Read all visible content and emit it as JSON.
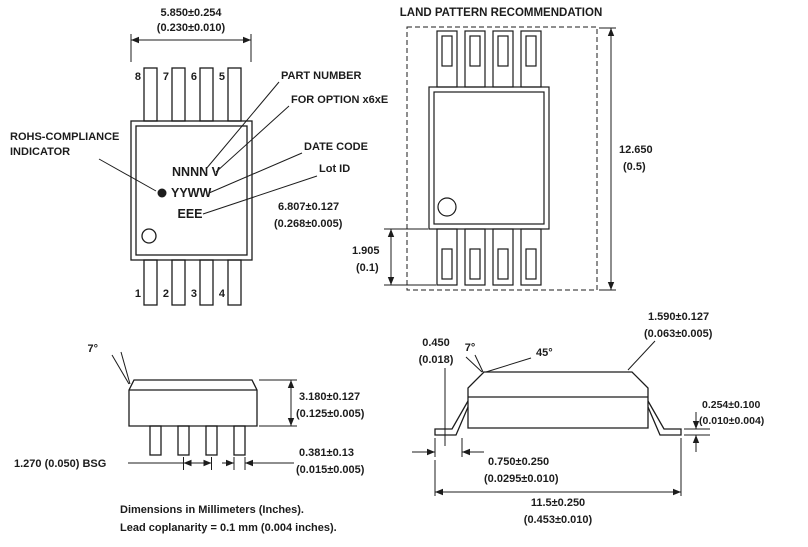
{
  "colors": {
    "line": "#1c1c1c",
    "background": "#ffffff"
  },
  "top_view": {
    "dim_width_mm": "5.850±0.254",
    "dim_width_in": "(0.230±0.010)",
    "dim_height_mm": "6.807±0.127",
    "dim_height_in": "(0.268±0.005)",
    "pins_top": [
      "8",
      "7",
      "6",
      "5"
    ],
    "pins_bottom": [
      "1",
      "2",
      "3",
      "4"
    ],
    "marking_part_number": "NNNN V",
    "marking_date_code": "YYWW",
    "marking_lot_id": "EEE",
    "label_rohs_line1": "ROHS-COMPLIANCE",
    "label_rohs_line2": "INDICATOR",
    "label_part_number": "PART NUMBER",
    "label_option": "FOR OPTION x6xE",
    "label_date_code": "DATE CODE",
    "label_lot_id": "Lot ID"
  },
  "land_pattern": {
    "title": "LAND PATTERN RECOMMENDATION",
    "dim_height_mm": "12.650",
    "dim_height_in": "(0.5)",
    "dim_pad_mm": "1.905",
    "dim_pad_in": "(0.1)"
  },
  "front_view": {
    "angle_draft": "7°",
    "dim_body_height_mm": "3.180±0.127",
    "dim_body_height_in": "(0.125±0.005)",
    "dim_lead_width_mm": "0.381±0.13",
    "dim_lead_width_in": "(0.015±0.005)",
    "dim_lead_pitch": "1.270 (0.050) BSG"
  },
  "side_view": {
    "dim_shoulder_mm": "0.450",
    "dim_shoulder_in": "(0.018)",
    "angle_draft": "7°",
    "angle_chamfer": "45°",
    "dim_height_mm": "1.590±0.127",
    "dim_height_in": "(0.063±0.005)",
    "dim_lead_thickness_mm": "0.254±0.100",
    "dim_lead_thickness_in": "(0.010±0.004)",
    "dim_foot_length_mm": "0.750±0.250",
    "dim_foot_length_in": "(0.0295±0.010)",
    "dim_overall_width_mm": "11.5±0.250",
    "dim_overall_width_in": "(0.453±0.010)"
  },
  "notes": {
    "line1": "Dimensions in Millimeters (Inches).",
    "line2": "Lead coplanarity = 0.1 mm (0.004 inches)."
  }
}
